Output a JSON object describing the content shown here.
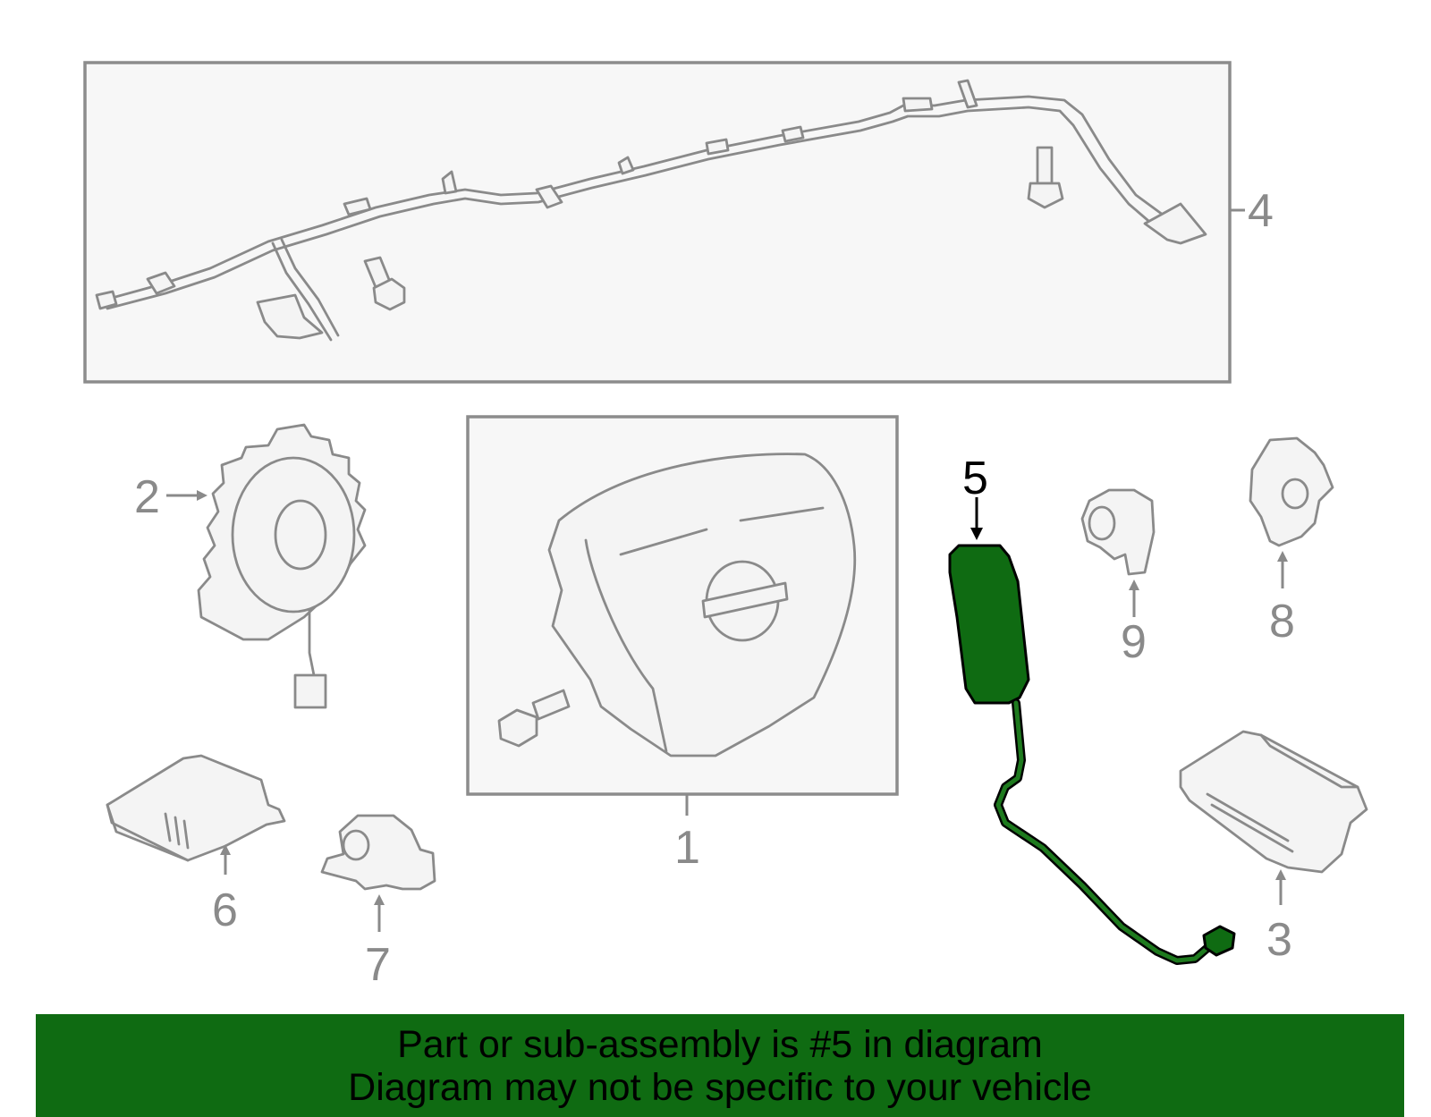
{
  "diagram": {
    "highlighted_callout": "5",
    "callouts": {
      "c1": "1",
      "c2": "2",
      "c3": "3",
      "c4": "4",
      "c5": "5",
      "c6": "6",
      "c7": "7",
      "c8": "8",
      "c9": "9"
    },
    "colors": {
      "highlight": "#0f6b12",
      "banner": "#0f6b12",
      "line_art": "#8a8a8a",
      "box_fill": "#f7f7f7"
    }
  },
  "banner": {
    "line1": "Part or sub-assembly is #5 in diagram",
    "line2": "Diagram may not be specific to your vehicle"
  }
}
